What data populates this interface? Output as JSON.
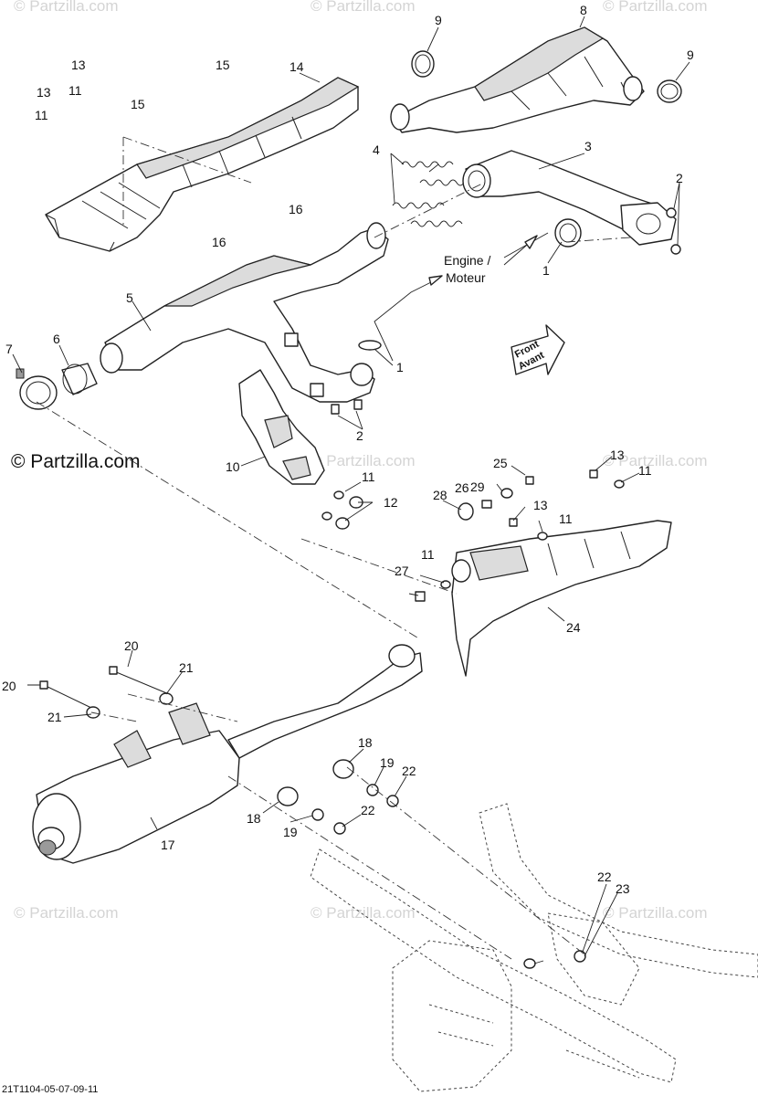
{
  "watermarks": {
    "brand": "© Partzilla.com",
    "strong": "© Partzilla.com"
  },
  "labels": {
    "engine": "Engine /",
    "moteur": "Moteur",
    "front": "Front",
    "avant": "Avant"
  },
  "diagram_code": "21T1104-05-07-09-11",
  "callouts": {
    "c1a": "1",
    "c1b": "1",
    "c2a": "2",
    "c2b": "2",
    "c3": "3",
    "c4": "4",
    "c5": "5",
    "c6": "6",
    "c7": "7",
    "c8": "8",
    "c9a": "9",
    "c9b": "9",
    "c10": "10",
    "c11a": "11",
    "c11b": "11",
    "c11c": "11",
    "c11d": "11",
    "c11e": "11",
    "c11f": "11",
    "c12": "12",
    "c13a": "13",
    "c13b": "13",
    "c13c": "13",
    "c13d": "13",
    "c14": "14",
    "c15a": "15",
    "c15b": "15",
    "c16a": "16",
    "c16b": "16",
    "c17": "17",
    "c18a": "18",
    "c18b": "18",
    "c19a": "19",
    "c19b": "19",
    "c20a": "20",
    "c20b": "20",
    "c21a": "21",
    "c21b": "21",
    "c22a": "22",
    "c22b": "22",
    "c22c": "22",
    "c23": "23",
    "c24": "24",
    "c25": "25",
    "c26": "26",
    "c27": "27",
    "c28": "28",
    "c29": "29"
  }
}
